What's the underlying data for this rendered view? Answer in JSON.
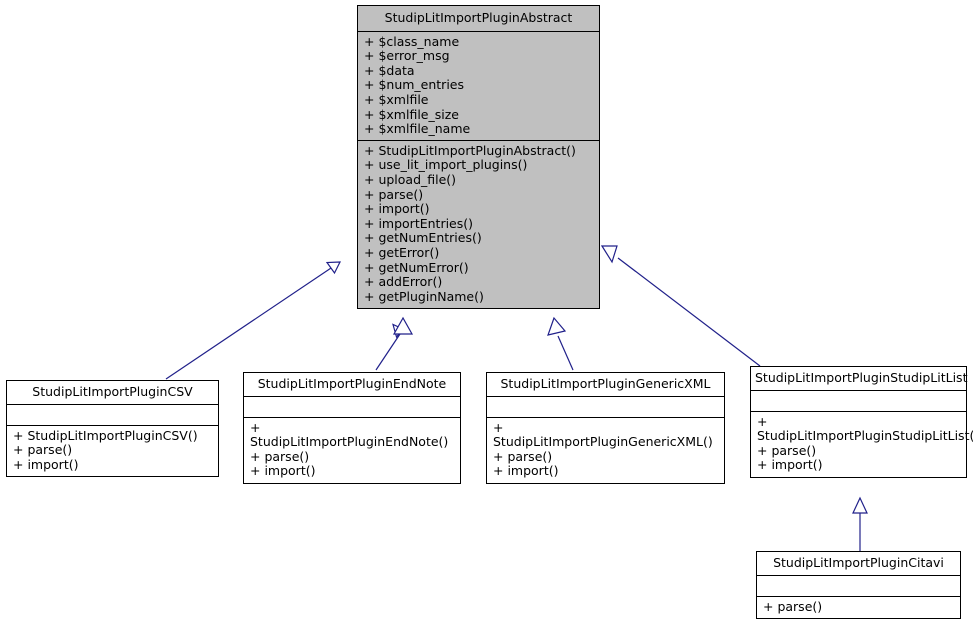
{
  "diagram": {
    "type": "uml-class-inheritance",
    "title_visible": false,
    "colors": {
      "edge": "#20208a",
      "root_fill": "#c0c0c0",
      "box_fill": "#ffffff",
      "border": "#000000"
    }
  },
  "classes": {
    "root": {
      "name": "StudipLitImportPluginAbstract",
      "attributes": [
        "+ $class_name",
        "+ $error_msg",
        "+ $data",
        "+ $num_entries",
        "+ $xmlfile",
        "+ $xmlfile_size",
        "+ $xmlfile_name"
      ],
      "methods": [
        "+ StudipLitImportPluginAbstract()",
        "+ use_lit_import_plugins()",
        "+ upload_file()",
        "+ parse()",
        "+ import()",
        "+ importEntries()",
        "+ getNumEntries()",
        "+ getError()",
        "+ getNumError()",
        "+ addError()",
        "+ getPluginName()"
      ]
    },
    "csv": {
      "name": "StudipLitImportPluginCSV",
      "attributes": [],
      "methods": [
        "+ StudipLitImportPluginCSV()",
        "+ parse()",
        "+ import()"
      ]
    },
    "endnote": {
      "name": "StudipLitImportPluginEndNote",
      "attributes": [],
      "methods": [
        "+ StudipLitImportPluginEndNote()",
        "+ parse()",
        "+ import()"
      ]
    },
    "genericxml": {
      "name": "StudipLitImportPluginGenericXML",
      "attributes": [],
      "methods": [
        "+ StudipLitImportPluginGenericXML()",
        "+ parse()",
        "+ import()"
      ]
    },
    "studiplitlist": {
      "name": "StudipLitImportPluginStudipLitList",
      "attributes": [],
      "methods": [
        "+ StudipLitImportPluginStudipLitList()",
        "+ parse()",
        "+ import()"
      ]
    },
    "citavi": {
      "name": "StudipLitImportPluginCitavi",
      "attributes": [],
      "methods": [
        "+ parse()"
      ]
    }
  },
  "relations": [
    {
      "from": "StudipLitImportPluginCSV",
      "to": "StudipLitImportPluginAbstract",
      "kind": "inheritance"
    },
    {
      "from": "StudipLitImportPluginEndNote",
      "to": "StudipLitImportPluginAbstract",
      "kind": "inheritance"
    },
    {
      "from": "StudipLitImportPluginGenericXML",
      "to": "StudipLitImportPluginAbstract",
      "kind": "inheritance"
    },
    {
      "from": "StudipLitImportPluginStudipLitList",
      "to": "StudipLitImportPluginAbstract",
      "kind": "inheritance"
    },
    {
      "from": "StudipLitImportPluginCitavi",
      "to": "StudipLitImportPluginStudipLitList",
      "kind": "inheritance"
    }
  ]
}
